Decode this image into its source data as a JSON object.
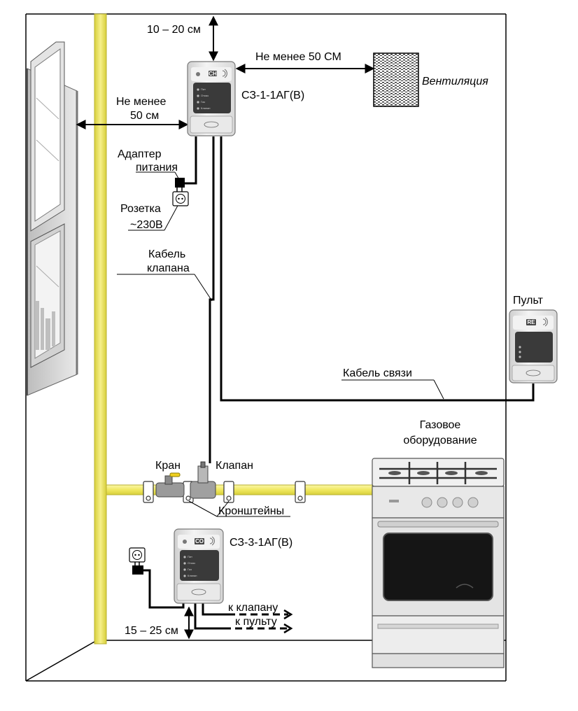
{
  "labels": {
    "top_gap": "10 – 20 см",
    "vent_gap": "Не менее 50 СМ",
    "ventilation": "Вентиляция",
    "window_gap_line1": "Не менее",
    "window_gap_line2": "50 см",
    "detector_top_model": "СЗ-1-1АГ(В)",
    "adapter_line1": "Адаптер",
    "adapter_line2": "питания",
    "socket_line1": "Розетка",
    "socket_line2": "~230В",
    "valve_cable_line1": "Кабель",
    "valve_cable_line2": "клапана",
    "remote": "Пульт",
    "comm_cable": "Кабель связи",
    "gas_equipment_line1": "Газовое",
    "gas_equipment_line2": "оборудование",
    "tap": "Кран",
    "valve": "Клапан",
    "brackets": "Кронштейны",
    "detector_bottom_model": "СЗ-3-1АГ(В)",
    "to_valve": "к клапану",
    "to_remote": "к пульту",
    "bottom_gap": "15 – 25 см"
  },
  "device": {
    "badge_top": "CH",
    "badge_bottom": "CO",
    "badge_remote": "RE",
    "led_labels": [
      "Пит",
      "Отказ",
      "Газ",
      "Клапан"
    ]
  },
  "colors": {
    "gas_pipe": "#f2ec6e",
    "gas_pipe_outline": "#b8b030",
    "cable": "#000000",
    "device_body": "#e8e8e8",
    "device_panel": "#3a3a3a",
    "window_frame": "#d6d6d6",
    "stove_body": "#e6e6e6"
  }
}
